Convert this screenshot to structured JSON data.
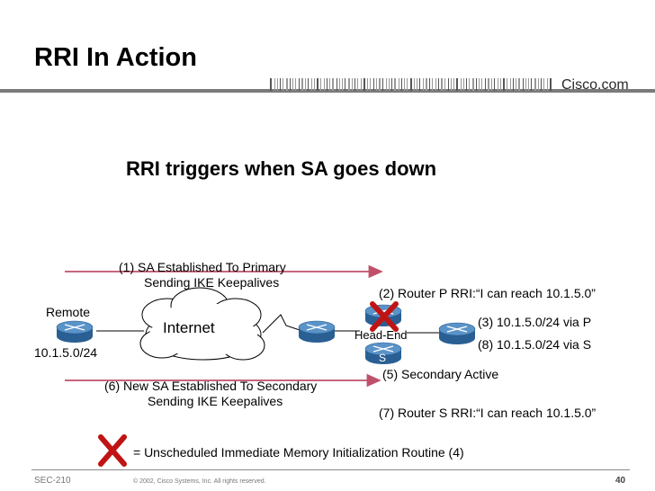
{
  "slide": {
    "title": "RRI In Action",
    "brand": "Cisco.com",
    "subtitle": "RRI triggers when SA goes down",
    "footer_left": "SEC-210",
    "footer_center": "© 2002, Cisco Systems, Inc. All rights reserved.",
    "page_number": "40"
  },
  "diagram": {
    "step1_line1": "(1)    SA Established To Primary",
    "step1_line2": "Sending IKE Keepalives",
    "step2": "(2) Router P RRI:“I can reach 10.1.5.0”",
    "remote_label": "Remote",
    "remote_network": "10.1.5.0/24",
    "internet_label": "Internet",
    "headend_label": "Head-End",
    "router_s_label": "S",
    "route3": "(3) 10.1.5.0/24 via P",
    "route8": "(8) 10.1.5.0/24 via S",
    "step5": "(5) Secondary Active",
    "step6_line1": "(6) New SA Established To Secondary",
    "step6_line2": "Sending IKE Keepalives",
    "step7": "(7) Router S RRI:“I can reach 10.1.5.0”",
    "legend": "= Unscheduled Immediate Memory Initialization Routine (4)"
  },
  "colors": {
    "arrow": "#c0506a",
    "cross": "#c01414",
    "router_top": "#5a93c8",
    "router_side": "#2a5f93"
  }
}
